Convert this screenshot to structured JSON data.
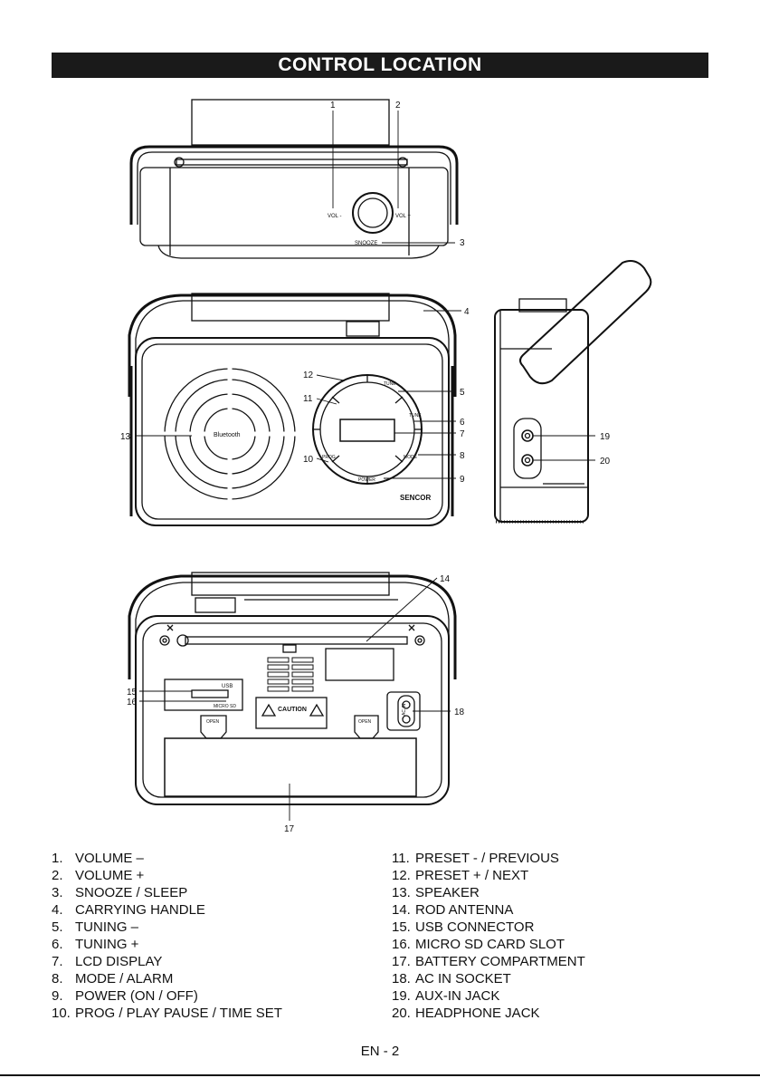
{
  "title": "CONTROL LOCATION",
  "callout_numbers": [
    "1",
    "2",
    "3",
    "4",
    "5",
    "6",
    "7",
    "8",
    "9",
    "10",
    "11",
    "12",
    "13",
    "14",
    "15",
    "16",
    "17",
    "18",
    "19",
    "20"
  ],
  "device_labels": {
    "vol_minus": "VOL -",
    "vol_plus": "VOL +",
    "snooze": "SNOOZE",
    "bluetooth": "Bluetooth",
    "brand": "SENCOR",
    "power": "POWER",
    "mode": "MODE",
    "tune_minus": "TUNE",
    "tune_plus": "TUNE",
    "prog": "PROG",
    "usb": "USB",
    "micro_sd": "MICRO SD",
    "caution": "CAUTION",
    "open_left": "OPEN",
    "open_right": "OPEN",
    "ac_in": "AC IN"
  },
  "parts_left": [
    {
      "num": "1.",
      "label": "VOLUME –"
    },
    {
      "num": "2.",
      "label": "VOLUME +"
    },
    {
      "num": "3.",
      "label": "SNOOZE / SLEEP"
    },
    {
      "num": "4.",
      "label": "CARRYING HANDLE"
    },
    {
      "num": "5.",
      "label": "TUNING –"
    },
    {
      "num": "6.",
      "label": "TUNING +"
    },
    {
      "num": "7.",
      "label": "LCD DISPLAY"
    },
    {
      "num": "8.",
      "label": "MODE / ALARM"
    },
    {
      "num": "9.",
      "label": "POWER (ON / OFF)"
    },
    {
      "num": "10.",
      "label": "PROG / PLAY PAUSE / TIME SET"
    }
  ],
  "parts_right": [
    {
      "num": "11.",
      "label": "PRESET - / PREVIOUS"
    },
    {
      "num": "12.",
      "label": "PRESET + / NEXT"
    },
    {
      "num": "13.",
      "label": "SPEAKER"
    },
    {
      "num": "14.",
      "label": "ROD ANTENNA"
    },
    {
      "num": "15.",
      "label": "USB CONNECTOR"
    },
    {
      "num": "16.",
      "label": "MICRO SD CARD SLOT"
    },
    {
      "num": "17.",
      "label": "BATTERY COMPARTMENT"
    },
    {
      "num": "18.",
      "label": "AC IN SOCKET"
    },
    {
      "num": "19.",
      "label": "AUX-IN JACK"
    },
    {
      "num": "20.",
      "label": "HEADPHONE JACK"
    }
  ],
  "footer": "EN - 2"
}
